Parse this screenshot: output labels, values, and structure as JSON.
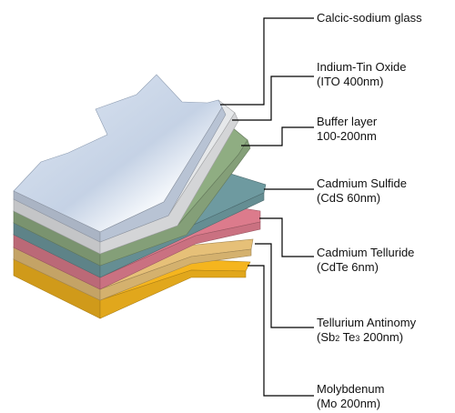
{
  "colors": {
    "glass": "#c8d4e6",
    "ito": "#e6e8ea",
    "buffer": "#8fad82",
    "cds": "#6e9aa0",
    "cdte": "#dc7b8c",
    "sbte": "#e6c078",
    "mo": "#f5b51e",
    "leader": "#000000"
  },
  "layers": [
    {
      "id": "glass",
      "line1": "Calcic-sodium glass",
      "line2": ""
    },
    {
      "id": "ito",
      "line1": "Indium-Tin Oxide",
      "line2": "(ITO 400nm)"
    },
    {
      "id": "buffer",
      "line1": "Buffer layer",
      "line2": "100-200nm"
    },
    {
      "id": "cds",
      "line1": "Cadmium Sulfide",
      "line2": "(CdS 60nm)"
    },
    {
      "id": "cdte",
      "line1": "Cadmium Telluride",
      "line2": "(CdTe 6nm)"
    },
    {
      "id": "sbte",
      "line1": "Tellurium Antinomy",
      "line2_a": "(Sb",
      "line2_sub1": "2",
      "line2_b": " Te",
      "line2_sub2": "3",
      "line2_c": " 200nm)"
    },
    {
      "id": "mo",
      "line1": "Molybdenum",
      "line2": "(Mo 200nm)"
    }
  ]
}
